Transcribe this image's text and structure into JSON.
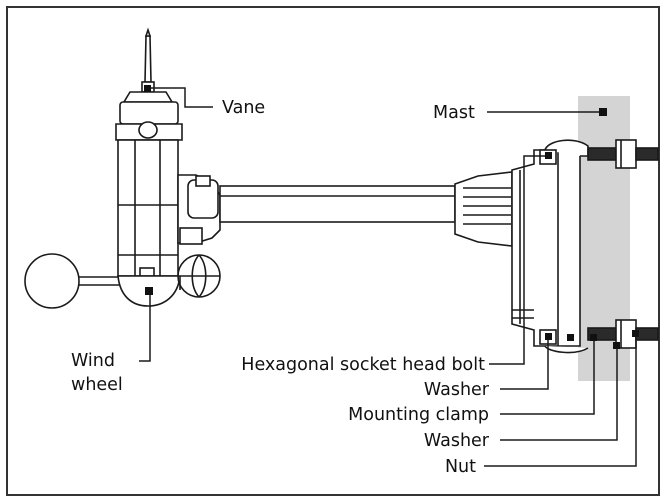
{
  "labels": {
    "vane": "Vane",
    "mast": "Mast",
    "wind_wheel_line1": "Wind",
    "wind_wheel_line2": "wheel",
    "hex_bolt": "Hexagonal socket head bolt",
    "washer_upper": "Washer",
    "mounting_clamp": "Mounting clamp",
    "washer_lower": "Washer",
    "nut": "Nut"
  },
  "colors": {
    "outline": "#1a1a1a",
    "mast_fill": "#d4d4d4",
    "border": "#333333",
    "background": "#ffffff"
  }
}
